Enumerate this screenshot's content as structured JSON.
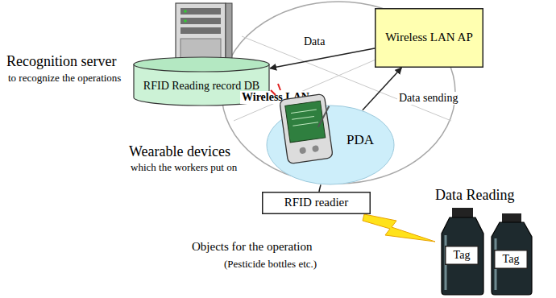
{
  "diagram": {
    "nodes": [
      {
        "text": [
          "RFID Reading record DB"
        ]
      },
      {
        "text": [
          "Wireless LAN AP"
        ]
      },
      {
        "text": [
          "PDA"
        ]
      },
      {
        "text": [
          "RFID readier"
        ]
      },
      {
        "text": [
          "Tag"
        ]
      },
      {
        "text": [
          "Tag"
        ]
      }
    ],
    "edges": [
      {
        "from": 1,
        "to": 0,
        "label": "Data",
        "arrow": "to"
      },
      {
        "from": 2,
        "to": 1,
        "label": "Data sending",
        "arrow": "to"
      },
      {
        "from": 2,
        "to": 3,
        "arrow": "none"
      }
    ],
    "labels": [
      "Recognition server",
      "to recognize the operations",
      "Wireless LAN",
      "Wearable devices",
      "which the workers put on",
      "Data Reading",
      "Objects for the operation",
      "(Pesticide bottles etc.)"
    ]
  }
}
